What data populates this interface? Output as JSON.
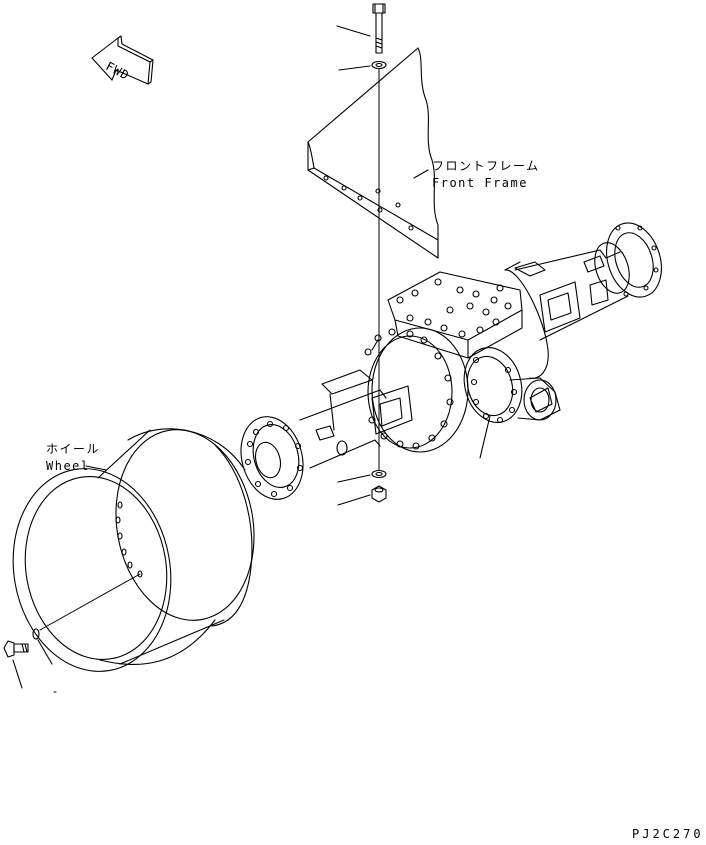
{
  "labels": {
    "front_frame_jp": "フロントフレーム",
    "front_frame_en": "Front Frame",
    "wheel_jp": "ホイール",
    "wheel_en": "Wheel",
    "fwd": "FWD",
    "drawing_code": "PJ2C270"
  },
  "colors": {
    "line": "#000000",
    "background": "#ffffff"
  }
}
